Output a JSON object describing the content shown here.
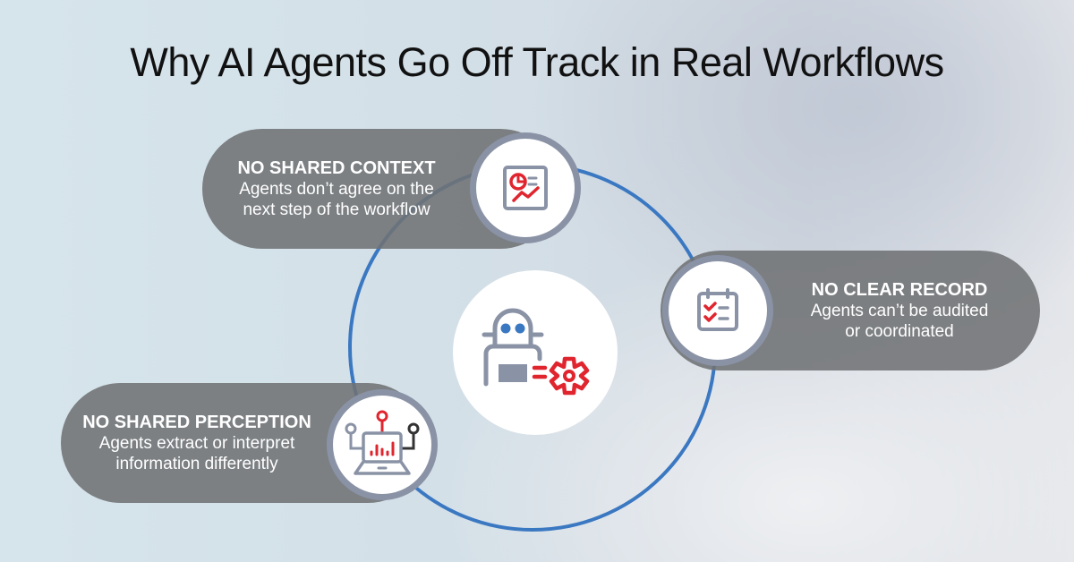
{
  "title": "Why AI Agents Go Off Track in Real Workflows",
  "colors": {
    "ring": "#3b78c2",
    "pill": "#707274",
    "node_border": "#8a93a6",
    "icon_gray": "#8a93a6",
    "icon_red": "#e0252f",
    "icon_blue": "#3b78c2"
  },
  "center": {
    "icon": "robot-gear-icon"
  },
  "items": [
    {
      "heading": "NO SHARED CONTEXT",
      "line1": "Agents don’t agree on the",
      "line2": "next step of the workflow",
      "icon": "dashboard-chart-icon"
    },
    {
      "heading": "NO CLEAR RECORD",
      "line1": "Agents can’t be audited",
      "line2": "or coordinated",
      "icon": "checklist-calendar-icon"
    },
    {
      "heading": "NO SHARED PERCEPTION",
      "line1": "Agents extract or interpret",
      "line2": "information differently",
      "icon": "laptop-network-icon"
    }
  ]
}
